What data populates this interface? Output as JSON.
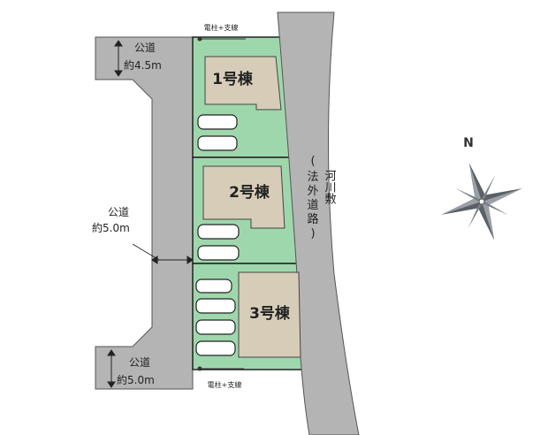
{
  "roads": {
    "top_left": {
      "name": "公道",
      "width": "約4.5m"
    },
    "middle": {
      "name": "公道",
      "width": "約5.0m"
    },
    "bottom_left": {
      "name": "公道",
      "width": "約5.0m"
    }
  },
  "buildings": [
    {
      "label": "1号棟"
    },
    {
      "label": "2号棟"
    },
    {
      "label": "3号棟"
    }
  ],
  "utility_pole_top": "電柱+支線",
  "utility_pole_bottom": "電柱+支線",
  "river_side": {
    "main": "河川敷",
    "sub": [
      "(",
      "法",
      "外",
      "道",
      "路",
      ")"
    ]
  },
  "compass": {
    "north": "N"
  },
  "colors": {
    "road": "#b4b4b4",
    "lot": "#9fd7ad",
    "building": "#d6ccb8",
    "car": "#ffffff",
    "outline": "#222222"
  }
}
